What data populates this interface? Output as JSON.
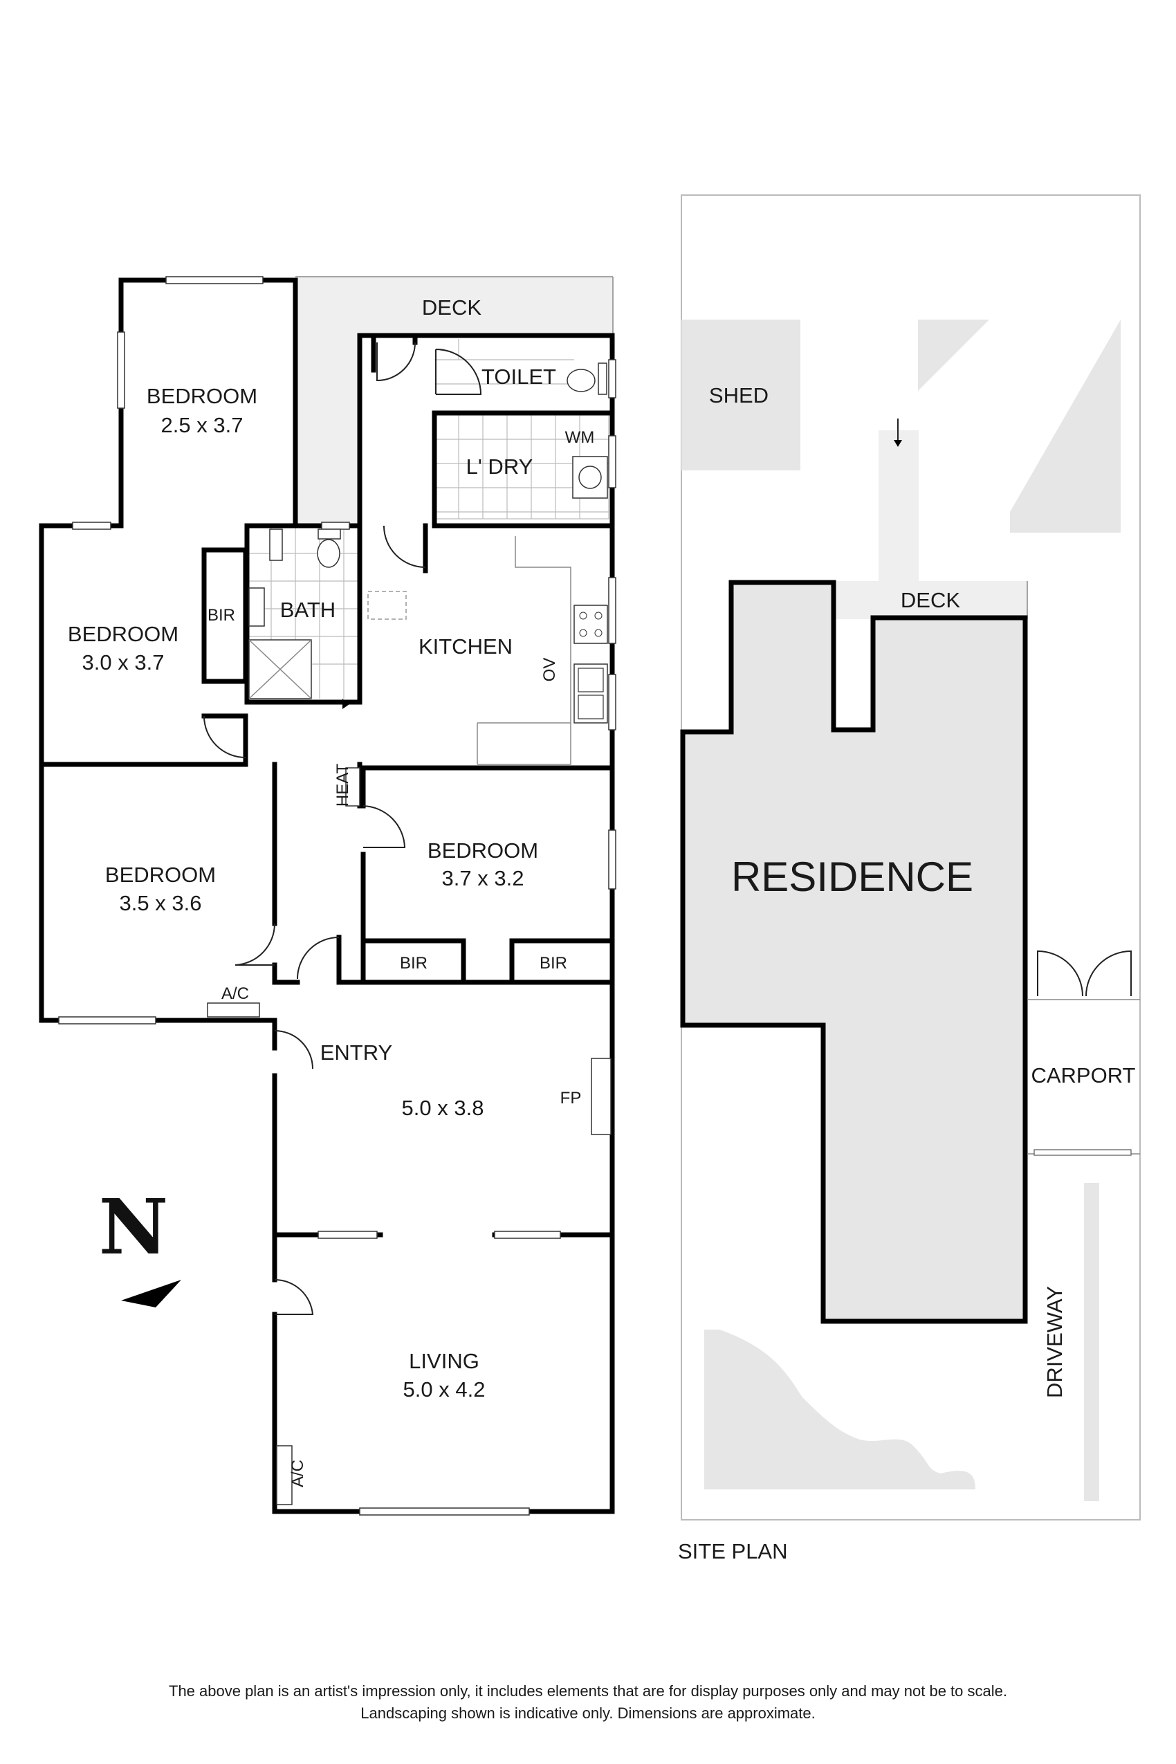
{
  "floor_plan": {
    "rooms": {
      "bedroom1": {
        "name": "BEDROOM",
        "dims": "2.5 x 3.7"
      },
      "bedroom2": {
        "name": "BEDROOM",
        "dims": "3.0 x 3.7"
      },
      "bedroom3": {
        "name": "BEDROOM",
        "dims": "3.5 x 3.6"
      },
      "bedroom4": {
        "name": "BEDROOM",
        "dims": "3.7 x 3.2"
      },
      "deck": {
        "name": "DECK"
      },
      "toilet": {
        "name": "TOILET"
      },
      "laundry": {
        "name": "L' DRY"
      },
      "bath": {
        "name": "BATH"
      },
      "kitchen": {
        "name": "KITCHEN"
      },
      "entry": {
        "name": "ENTRY",
        "dims": "5.0 x 3.8"
      },
      "living": {
        "name": "LIVING",
        "dims": "5.0 x 4.2"
      }
    },
    "fixtures": {
      "bir_left": "BIR",
      "bir_a": "BIR",
      "bir_b": "BIR",
      "wm": "WM",
      "ov": "OV",
      "heat": "HEAT",
      "ac_bedroom": "A/C",
      "ac_living": "A/C",
      "fp": "FP"
    },
    "north_label": "N"
  },
  "site_plan": {
    "title": "SITE PLAN",
    "shed": "SHED",
    "deck": "DECK",
    "residence": "RESIDENCE",
    "carport": "CARPORT",
    "driveway": "DRIVEWAY"
  },
  "disclaimer": {
    "line1": "The above plan is an artist's impression only, it includes elements that are for display purposes only and may not be to scale.",
    "line2": "Landscaping shown is indicative only. Dimensions are approximate."
  },
  "colors": {
    "wall": "#000000",
    "fill": "#e6e6e6",
    "background": "#ffffff"
  }
}
